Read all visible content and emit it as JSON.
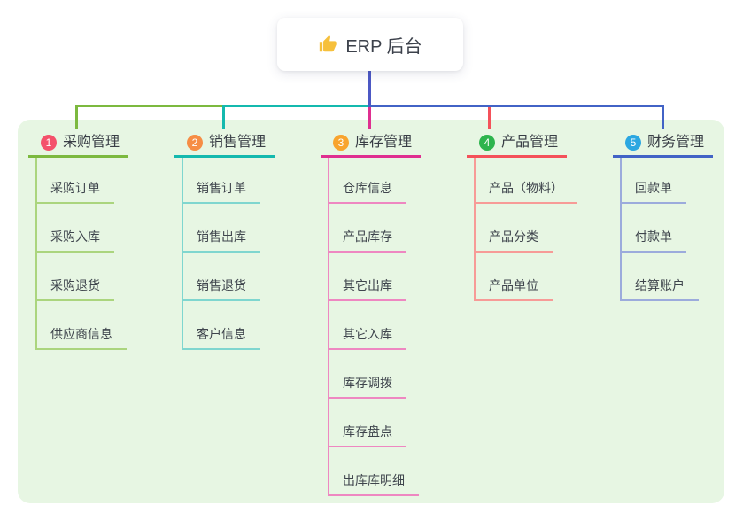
{
  "root": {
    "title": "ERP 后台",
    "icon": "thumbs-up-icon",
    "icon_color": "#f6c03c"
  },
  "colors": {
    "page_background": "#ffffff",
    "panel_background": "#e7f6e3",
    "root_stem": "#4c58c4",
    "text": "#3c414b"
  },
  "branches": [
    {
      "index": "1",
      "title": "采购管理",
      "badge_color": "#f4516b",
      "line_color": "#7cb93f",
      "child_line_color": "#abd57e",
      "children": [
        "采购订单",
        "采购入库",
        "采购退货",
        "供应商信息"
      ]
    },
    {
      "index": "2",
      "title": "销售管理",
      "badge_color": "#f68d45",
      "line_color": "#14b9ae",
      "child_line_color": "#7fd6cf",
      "children": [
        "销售订单",
        "销售出库",
        "销售退货",
        "客户信息"
      ]
    },
    {
      "index": "3",
      "title": "库存管理",
      "badge_color": "#f8a42e",
      "line_color": "#df2f90",
      "child_line_color": "#ee87c1",
      "children": [
        "仓库信息",
        "产品库存",
        "其它出库",
        "其它入库",
        "库存调拨",
        "库存盘点",
        "出库库明细"
      ]
    },
    {
      "index": "4",
      "title": "产品管理",
      "badge_color": "#2db44d",
      "line_color": "#f4515a",
      "child_line_color": "#f79b97",
      "children": [
        "产品（物料）",
        "产品分类",
        "产品单位"
      ]
    },
    {
      "index": "5",
      "title": "财务管理",
      "badge_color": "#2ba7e1",
      "line_color": "#4263c6",
      "child_line_color": "#9cabdc",
      "children": [
        "回款单",
        "付款单",
        "结算账户"
      ]
    }
  ]
}
